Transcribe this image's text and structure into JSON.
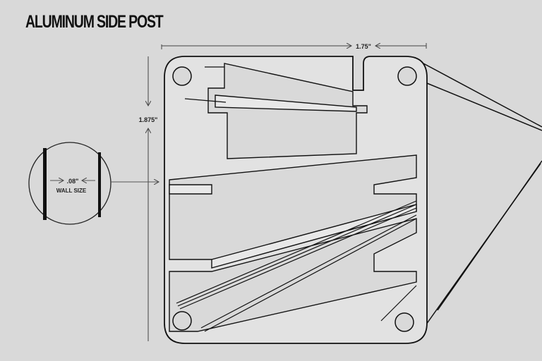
{
  "title": "ALUMINUM SIDE POST",
  "dimensions": {
    "width": "1.75\"",
    "height": "1.875\"",
    "wall": ".08\"",
    "wall_label": "WALL SIZE"
  },
  "colors": {
    "background": "#d9d9d9",
    "line": "#111111",
    "face": "#e2e2e2"
  }
}
